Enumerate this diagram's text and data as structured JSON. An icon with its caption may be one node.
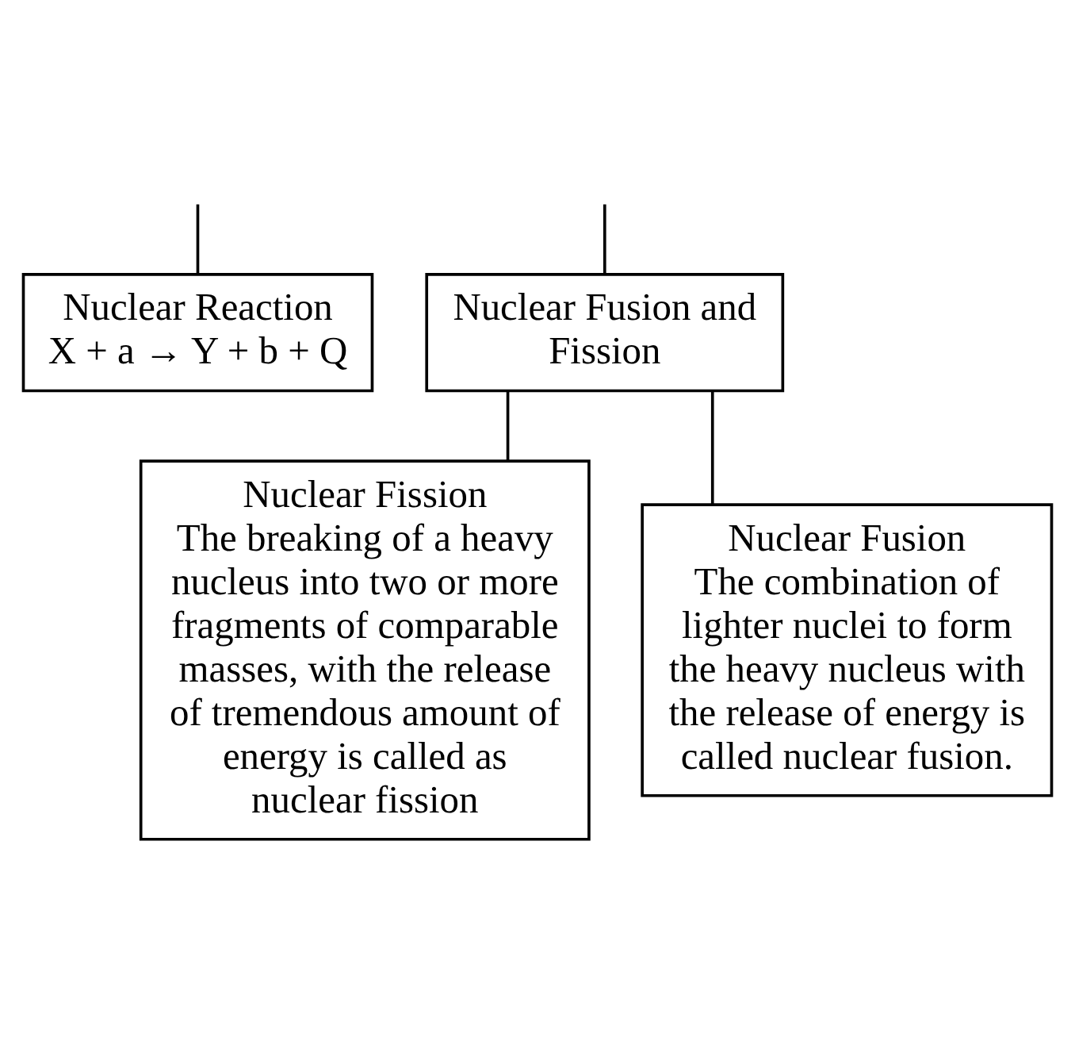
{
  "diagram": {
    "nodes": [
      {
        "text": [
          "Nuclear Reaction",
          "X + a → Y + b + Q"
        ]
      },
      {
        "text": [
          "Nuclear Fusion and Fission"
        ]
      },
      {
        "text": [
          "Nuclear Fission",
          "The breaking of a heavy nucleus into two or more fragments of comparable masses, with the release of tremendous amount of energy is called as nuclear fission"
        ]
      },
      {
        "text": [
          "Nuclear Fusion",
          "The combination of lighter nuclei to form the heavy nucleus with the release of energy is called nuclear fusion."
        ]
      }
    ],
    "edges": [
      {
        "from": null,
        "to": 0,
        "arrow": "none"
      },
      {
        "from": null,
        "to": 1,
        "arrow": "none"
      },
      {
        "from": 1,
        "to": 2,
        "arrow": "none"
      },
      {
        "from": 1,
        "to": 3,
        "arrow": "none"
      }
    ]
  }
}
